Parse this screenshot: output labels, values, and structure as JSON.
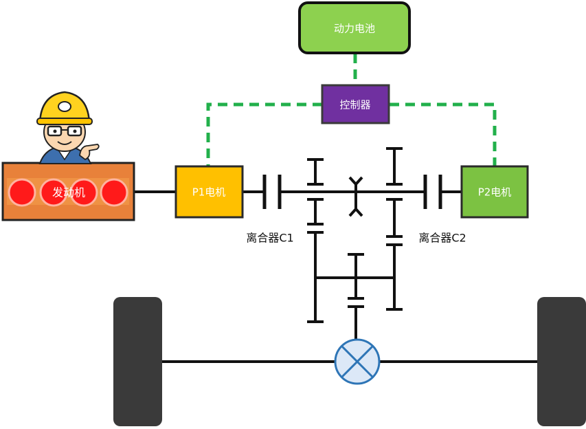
{
  "nodes": {
    "battery": {
      "label": "动力电池",
      "fill": "#8dd14f",
      "text_color": "#ffffff"
    },
    "controller": {
      "label": "控制器",
      "fill": "#7030a0",
      "text_color": "#ffffff"
    },
    "engine": {
      "label": "发动机",
      "fill": "#e8813a",
      "text_color": "#ffffff"
    },
    "p1_motor": {
      "label": "P1电机",
      "fill": "#ffc000",
      "text_color": "#ffffff"
    },
    "p2_motor": {
      "label": "P2电机",
      "fill": "#7cc242",
      "text_color": "#ffffff"
    }
  },
  "clutches": {
    "c1": {
      "label": "离合器C1"
    },
    "c2": {
      "label": "离合器C2"
    }
  },
  "colors": {
    "control_link": "#22b04b",
    "shaft": "#111111",
    "differential_fill": "#dce8f7",
    "differential_stroke": "#2e75b6",
    "wheel": "#3a3a3a",
    "engine_cylinder": "#ff1a1a"
  },
  "icons": [
    "worker-mascot-icon",
    "differential-icon"
  ]
}
